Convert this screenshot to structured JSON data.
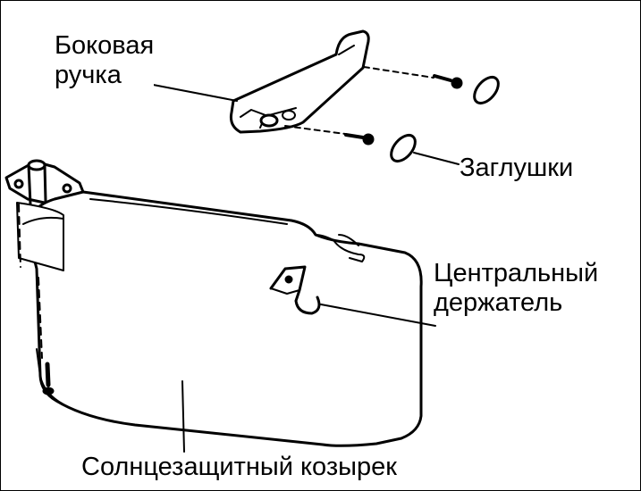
{
  "labels": {
    "side_handle": [
      "Боковая",
      "ручка"
    ],
    "plugs": "Заглушки",
    "central_holder": [
      "Центральный",
      "держатель"
    ],
    "sun_visor": "Солнцезащитный козырек"
  },
  "colors": {
    "line": "#000000",
    "background": "#ffffff"
  }
}
